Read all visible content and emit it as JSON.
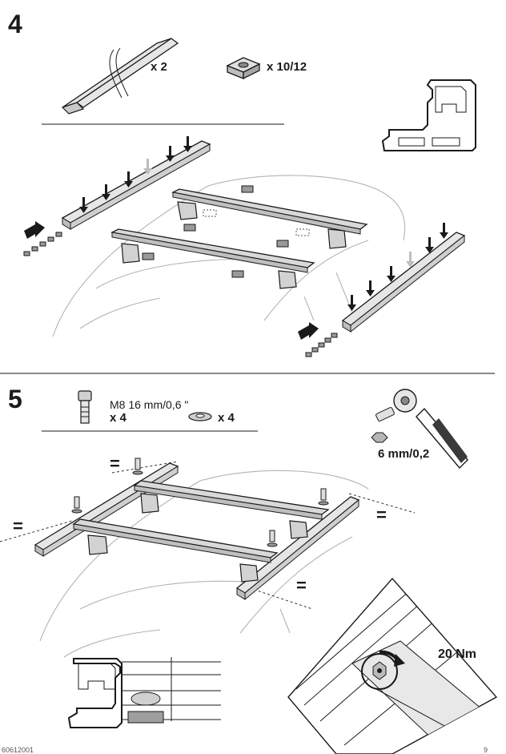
{
  "step4": {
    "number": "4",
    "rail_qty": "x 2",
    "nut_qty": "x 10/12"
  },
  "step5": {
    "number": "5",
    "bolt_spec": "M8 16 mm/0,6 \"",
    "bolt_qty": "x 4",
    "washer_qty": "x 4",
    "hex_key_size": "6 mm/0,2",
    "equal_marks": [
      "=",
      "=",
      "=",
      "="
    ],
    "torque": "20 Nm"
  },
  "footer": {
    "doc_number": "60612001",
    "page_number": "9"
  },
  "colors": {
    "ink": "#1a1a1a",
    "rail_fill": "#e6e6e6",
    "car_outline": "#b3b3b3",
    "highlight_arrow": "#bdbdbd"
  }
}
